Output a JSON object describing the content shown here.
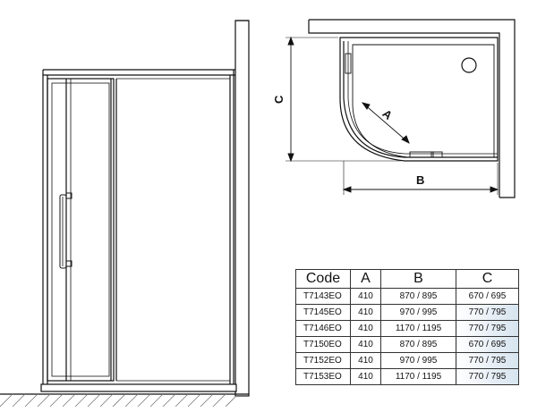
{
  "plan_labels": {
    "a": "A",
    "b": "B",
    "c": "C"
  },
  "table": {
    "headers": [
      "Code",
      "A",
      "B",
      "C"
    ],
    "rows": [
      {
        "code": "T7143EO",
        "a": "410",
        "b": "870 / 895",
        "c": "670 / 695"
      },
      {
        "code": "T7145EO",
        "a": "410",
        "b": "970 / 995",
        "c": "770 / 795"
      },
      {
        "code": "T7146EO",
        "a": "410",
        "b": "1170 / 1195",
        "c": "770 / 795"
      },
      {
        "code": "T7150EO",
        "a": "410",
        "b": "870 / 895",
        "c": "670 / 695"
      },
      {
        "code": "T7152EO",
        "a": "410",
        "b": "970 / 995",
        "c": "770 / 795"
      },
      {
        "code": "T7153EO",
        "a": "410",
        "b": "1170 / 1195",
        "c": "770 / 795"
      }
    ]
  },
  "colors": {
    "line": "#111111",
    "shade": "#b4cde1"
  }
}
